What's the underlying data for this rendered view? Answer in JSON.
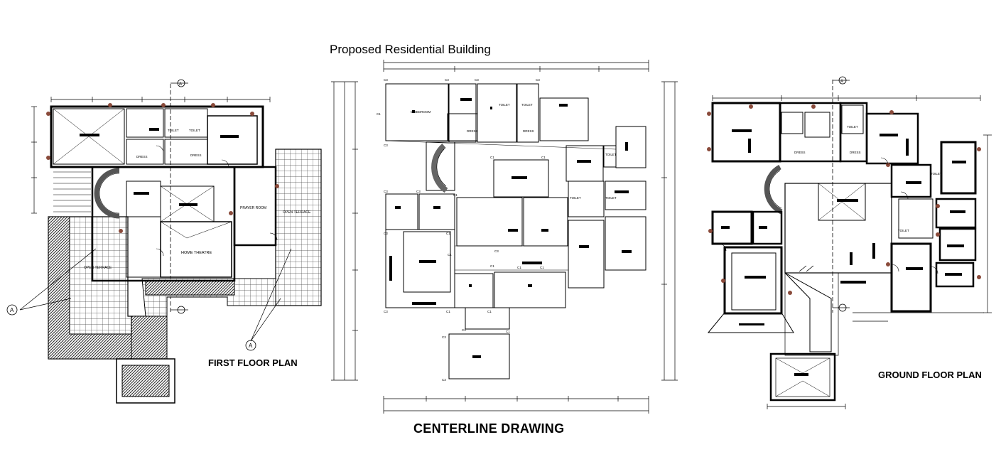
{
  "drawing_title": "Proposed Residential Building",
  "titles": {
    "first_floor": "FIRST FLOOR PLAN",
    "centerline": "CENTERLINE DRAWING",
    "ground_floor": "GROUND FLOOR PLAN"
  },
  "section_marker": "A",
  "first_floor_rooms": {
    "toilet_1": "TOILET",
    "toilet_2": "TOILET",
    "dress_1": "DRESS",
    "dress_2": "DRESS",
    "prayer_room": "PRAYER ROOM",
    "open_terrace_right": "OPEN TERRACE",
    "open_terrace_left": "OPEN TERRACE",
    "home_theatre": "HOME THEATRE"
  },
  "centerline_rooms": {
    "m_bedroom": "M.BEDROOM",
    "toilet_1": "TOILET",
    "toilet_2": "TOILET",
    "dress_1": "DRESS",
    "dress_2": "DRESS",
    "toilet_3": "TOILET",
    "toilet_4": "TOILET",
    "toilet_5": "TOILET"
  },
  "centerline_column_tags": [
    "C3",
    "C3",
    "C3",
    "C3",
    "C1",
    "C3",
    "C1",
    "C1",
    "C3",
    "C3",
    "C1",
    "C3",
    "C1",
    "C1",
    "C1",
    "C3",
    "C1",
    "C1",
    "C3",
    "C1",
    "C3",
    "C1",
    "C1",
    "C3",
    "C3"
  ],
  "ground_floor_rooms": {
    "toilet_1": "TOILET",
    "dress_1": "DRESS",
    "dress_2": "DRESS",
    "toilet_2": "TOILET",
    "toilet_3": "TOILET"
  }
}
